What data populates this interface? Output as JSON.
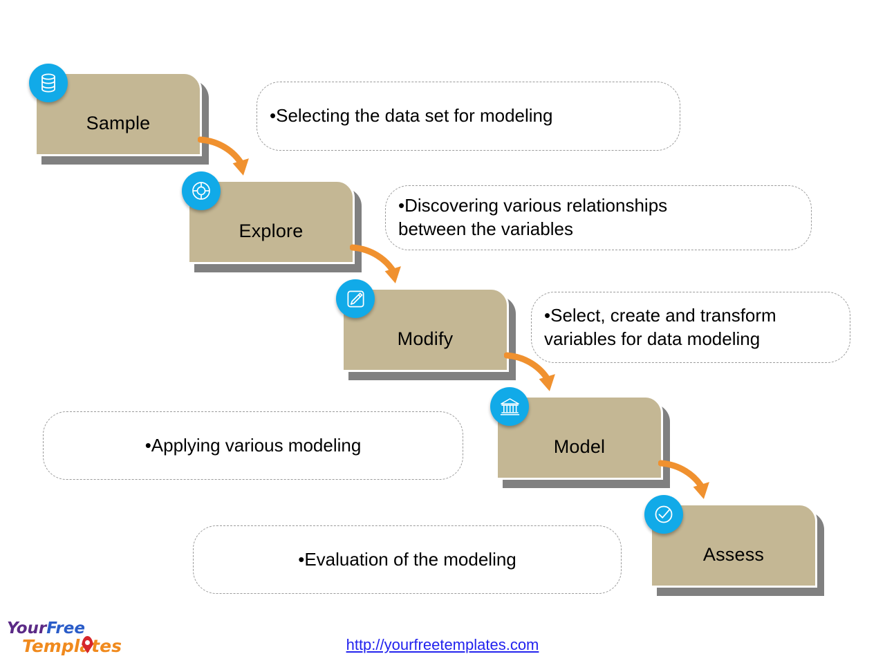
{
  "page": {
    "title": "SEMMA Data Mining Process Diagram",
    "background_color": "#ffffff"
  },
  "theme": {
    "box_fill": "#c4b794",
    "box_shadow": "#808080",
    "badge_blue": "#11aae8",
    "arrow_orange": "#f0912f",
    "bullet_blue": "#1266b4",
    "callout_border": "#9a9a9a",
    "link_blue": "#2222ee"
  },
  "steps": [
    {
      "id": "sample",
      "label": "Sample",
      "icon": "database-icon",
      "description": "•Selecting the data set for modeling",
      "description_align": "left"
    },
    {
      "id": "explore",
      "label": "Explore",
      "icon": "lifebuoy-icon",
      "description": "•Discovering various relationships\n between the variables",
      "description_align": "left"
    },
    {
      "id": "modify",
      "label": "Modify",
      "icon": "pencil-edit-icon",
      "description": "•Select, create and transform\n variables for data modeling",
      "description_align": "left"
    },
    {
      "id": "model",
      "label": "Model",
      "icon": "bank-building-icon",
      "description": "•Applying various modeling",
      "description_align": "center"
    },
    {
      "id": "assess",
      "label": "Assess",
      "icon": "check-circle-icon",
      "description": "•Evaluation of the modeling",
      "description_align": "center"
    }
  ],
  "arrows": [
    {
      "from": "sample",
      "to": "explore"
    },
    {
      "from": "explore",
      "to": "modify"
    },
    {
      "from": "modify",
      "to": "model"
    },
    {
      "from": "model",
      "to": "assess"
    }
  ],
  "footer": {
    "logo_word1": "Your",
    "logo_word2": "Free",
    "logo_word3": "Templates",
    "url": "http://yourfreetemplates.com"
  }
}
